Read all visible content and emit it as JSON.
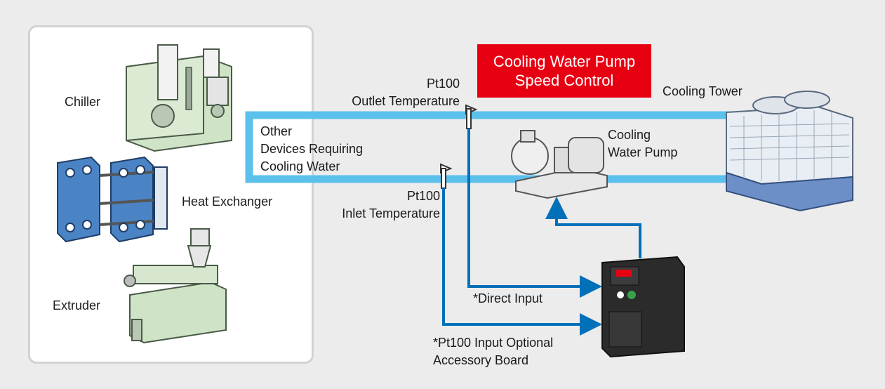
{
  "left_panel": {
    "chiller_label": "Chiller",
    "heat_exchanger_label": "Heat Exchanger",
    "extruder_label": "Extruder"
  },
  "banner": {
    "line1": "Cooling Water Pump",
    "line2": "Speed Control"
  },
  "labels": {
    "other_devices_line1": "Other",
    "other_devices_line2": "Devices Requiring",
    "other_devices_line3": "Cooling Water",
    "outlet_line1": "Pt100",
    "outlet_line2": "Outlet Temperature",
    "inlet_line1": "Pt100",
    "inlet_line2": "Inlet Temperature",
    "cooling_tower": "Cooling Tower",
    "pump_line1": "Cooling",
    "pump_line2": "Water Pump",
    "direct_input": "*Direct Input",
    "accessory_line1": "*Pt100 Input Optional",
    "accessory_line2": "Accessory Board"
  },
  "colors": {
    "background": "#ececec",
    "water_pipe": "#5bc0eb",
    "signal_line": "#0070b8",
    "banner": "#e60012",
    "machine_green": "#cfe3c6",
    "heat_exchanger_blue": "#4a84c4",
    "tower_blue": "#6d8fc8",
    "inverter": "#2b2b2b"
  }
}
